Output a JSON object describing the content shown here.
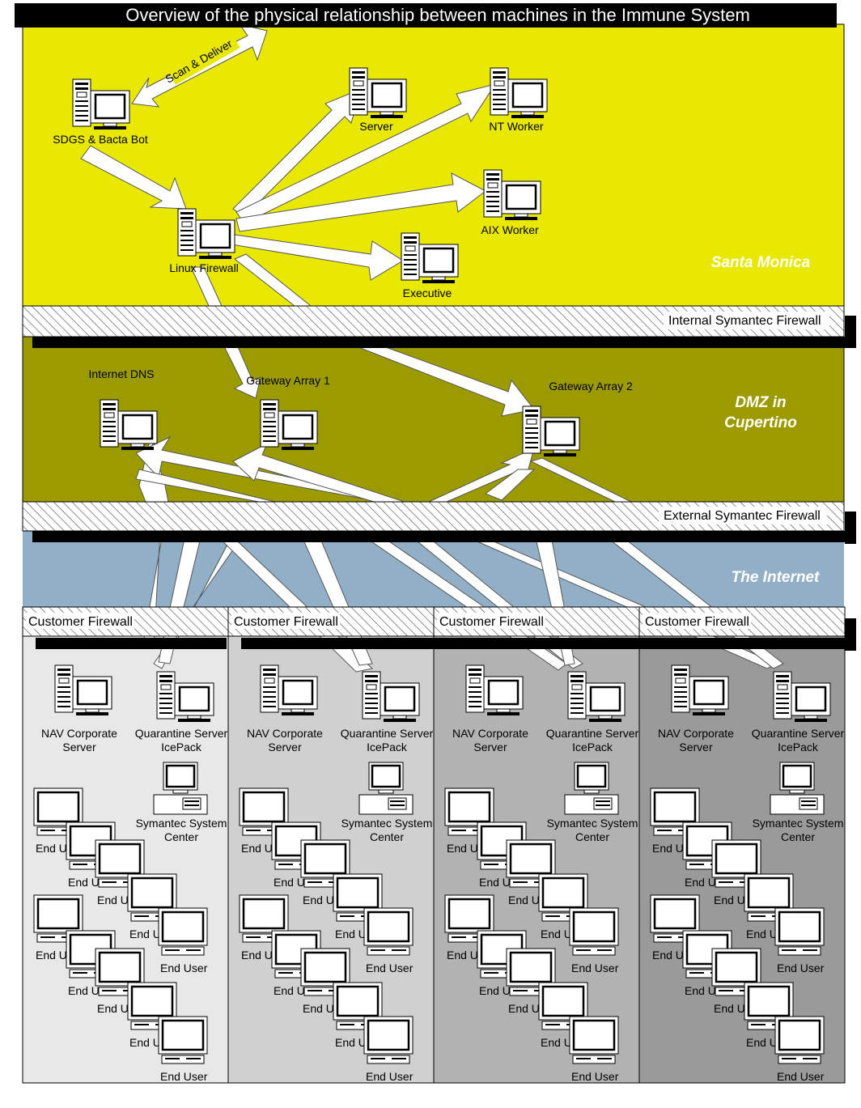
{
  "title": "Overview of the physical relationship between machines in the Immune System",
  "colors": {
    "santa_monica": "#e8e800",
    "dmz": "#9b9b00",
    "internet": "#91b0c8",
    "customer_bg": [
      "#e8e8e8",
      "#d0d0d0",
      "#b2b2b2",
      "#9a9a9a"
    ],
    "arrow": "#ffffff"
  },
  "zones": {
    "santa_monica": "Santa Monica",
    "dmz_line1": "DMZ in",
    "dmz_line2": "Cupertino",
    "internet": "The Internet"
  },
  "firewalls": {
    "internal": "Internal Symantec Firewall",
    "external": "External Symantec Firewall",
    "customer": "Customer Firewall"
  },
  "santa_monica_nodes": {
    "sdgs": "SDGS & Bacta Bot",
    "server": "Server",
    "nt_worker": "NT Worker",
    "aix_worker": "AIX Worker",
    "linux_firewall": "Linux Firewall",
    "executive": "Executive"
  },
  "scan_deliver": "Scan & Deliver",
  "dmz_nodes": {
    "internet_dns": "Internet DNS",
    "gateway1": "Gateway Array 1",
    "gateway2": "Gateway Array 2"
  },
  "customer": {
    "nav_line1": "NAV Corporate",
    "nav_line2": "Server",
    "quarantine_line1": "Quarantine Server",
    "quarantine_line2": "IcePack",
    "ssc_line1": "Symantec System",
    "ssc_line2": "Center",
    "end_user": "End User",
    "end_user_clipped_1": "End U",
    "end_user_clipped_2": "End Us"
  },
  "customer_count": 4,
  "icons": [
    "server-tower-icon",
    "monitor-icon",
    "desktop-computer-icon",
    "arrow-icon",
    "firewall-hatch-icon"
  ]
}
